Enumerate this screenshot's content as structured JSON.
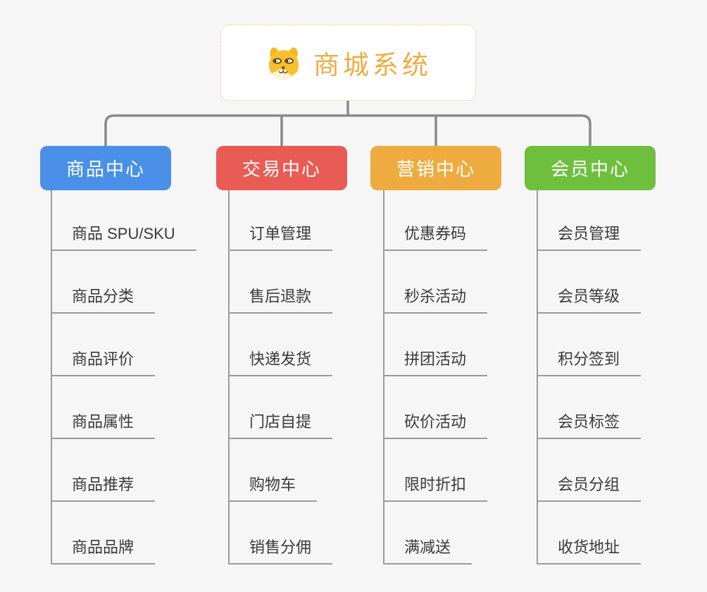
{
  "canvas": {
    "background": "#f6f6f6"
  },
  "root": {
    "title": "商城系统",
    "icon": "dog-face-icon",
    "title_color": "#efac44",
    "border_color": "#f3c26f",
    "background": "#ffffff"
  },
  "connectors": {
    "tree_line_color": "#8a8a8a",
    "branch_line_color": "#9b9b9b"
  },
  "branches": [
    {
      "label": "商品中心",
      "color": "#4a90e8",
      "items": [
        "商品 SPU/SKU",
        "商品分类",
        "商品评价",
        "商品属性",
        "商品推荐",
        "商品品牌"
      ]
    },
    {
      "label": "交易中心",
      "color": "#e95b55",
      "items": [
        "订单管理",
        "售后退款",
        "快递发货",
        "门店自提",
        "购物车",
        "销售分佣"
      ]
    },
    {
      "label": "营销中心",
      "color": "#eeac40",
      "items": [
        "优惠券码",
        "秒杀活动",
        "拼团活动",
        "砍价活动",
        "限时折扣",
        "满减送"
      ]
    },
    {
      "label": "会员中心",
      "color": "#6fbf3f",
      "items": [
        "会员管理",
        "会员等级",
        "积分签到",
        "会员标签",
        "会员分组",
        "收货地址"
      ]
    }
  ]
}
